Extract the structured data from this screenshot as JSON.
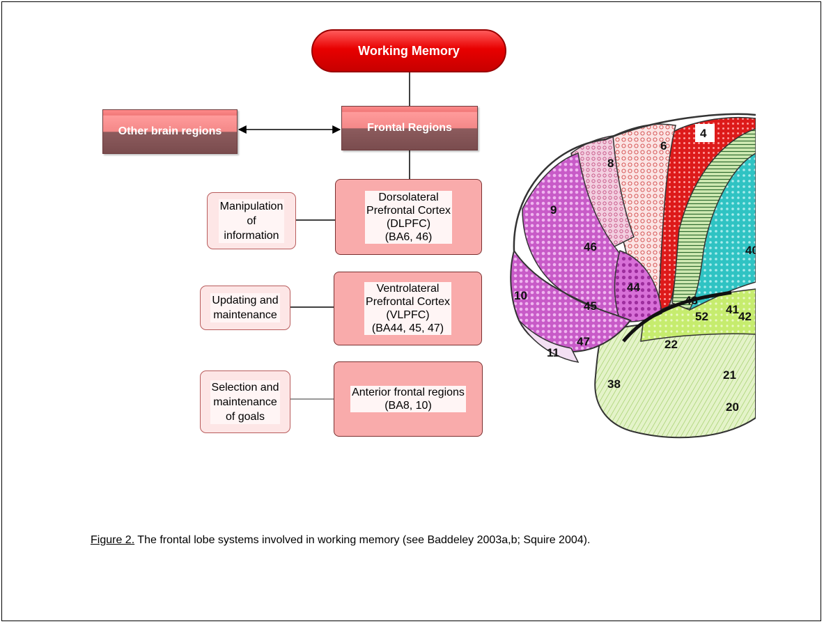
{
  "diagram": {
    "root": "Working Memory",
    "hub": "Frontal Regions",
    "other": "Other brain regions",
    "regions": [
      {
        "name": "Dorsolateral\nPrefrontal Cortex\n(DLPFC)\n(BA6, 46)",
        "function": "Manipulation\nof\ninformation"
      },
      {
        "name": "Ventrolateral\nPrefrontal Cortex\n(VLPFC)\n(BA44, 45, 47)",
        "function": "Updating and\nmaintenance"
      },
      {
        "name": "Anterior frontal regions\n(BA8, 10)",
        "function": "Selection and\nmaintenance\nof goals"
      }
    ]
  },
  "brain_map": {
    "area_labels": [
      "4",
      "6",
      "8",
      "9",
      "46",
      "44",
      "45",
      "10",
      "47",
      "11",
      "43",
      "41",
      "42",
      "52",
      "22",
      "21",
      "38",
      "20",
      "40"
    ]
  },
  "caption": {
    "label": "Figure 2.",
    "text": " The frontal lobe systems involved in working memory (see Baddeley 2003a,b; Squire 2004)."
  },
  "colors": {
    "root": "#e80000",
    "band_top": "#f48888",
    "band_bottom": "#7a4c4e",
    "region_fill": "#f9abab",
    "function_fill": "#fde6e6"
  }
}
